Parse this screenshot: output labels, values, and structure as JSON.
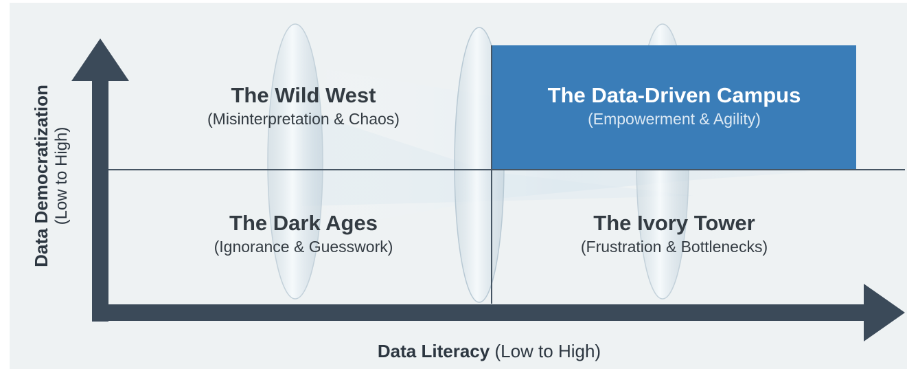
{
  "axes": {
    "y": {
      "title": "Data Democratization",
      "range": "(Low to High)"
    },
    "x": {
      "title": "Data Literacy",
      "range": "(Low to High)"
    }
  },
  "quadrants": {
    "top_left": {
      "title": "The Wild West",
      "subtitle": "(Misinterpretation & Chaos)"
    },
    "top_right": {
      "title": "The Data-Driven Campus",
      "subtitle": "(Empowerment & Agility)"
    },
    "bottom_left": {
      "title": "The Dark Ages",
      "subtitle": "(Ignorance & Guesswork)"
    },
    "bottom_right": {
      "title": "The Ivory Tower",
      "subtitle": "(Frustration & Bottlenecks)"
    }
  },
  "colors": {
    "background": "#eef2f3",
    "highlight": "#3a7db8",
    "axis": "#3b4a59",
    "text": "#333b42"
  }
}
